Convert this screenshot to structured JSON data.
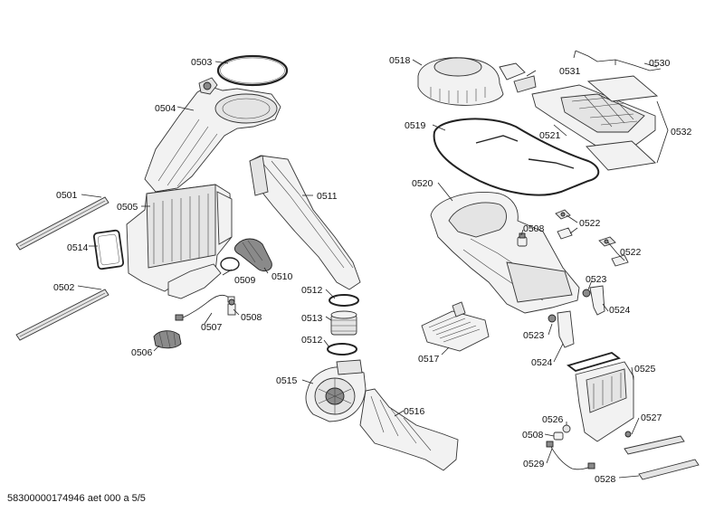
{
  "diagram": {
    "footer": "58300000174946 aet 000 a 5/5",
    "labels": [
      {
        "id": "0503",
        "text": "0503"
      },
      {
        "id": "0504",
        "text": "0504"
      },
      {
        "id": "0501",
        "text": "0501"
      },
      {
        "id": "0505",
        "text": "0505"
      },
      {
        "id": "0514",
        "text": "0514"
      },
      {
        "id": "0502",
        "text": "0502"
      },
      {
        "id": "0509",
        "text": "0509"
      },
      {
        "id": "0510",
        "text": "0510"
      },
      {
        "id": "0507",
        "text": "0507"
      },
      {
        "id": "0508a",
        "text": "0508"
      },
      {
        "id": "0506",
        "text": "0506"
      },
      {
        "id": "0511",
        "text": "0511"
      },
      {
        "id": "0512a",
        "text": "0512"
      },
      {
        "id": "0513",
        "text": "0513"
      },
      {
        "id": "0512b",
        "text": "0512"
      },
      {
        "id": "0515",
        "text": "0515"
      },
      {
        "id": "0516",
        "text": "0516"
      },
      {
        "id": "0518",
        "text": "0518"
      },
      {
        "id": "0531",
        "text": "0531"
      },
      {
        "id": "0530",
        "text": "0530"
      },
      {
        "id": "0519",
        "text": "0519"
      },
      {
        "id": "0521",
        "text": "0521"
      },
      {
        "id": "0532",
        "text": "0532"
      },
      {
        "id": "0520",
        "text": "0520"
      },
      {
        "id": "0508b",
        "text": "0508"
      },
      {
        "id": "0522a",
        "text": "0522"
      },
      {
        "id": "0522b",
        "text": "0522"
      },
      {
        "id": "0523a",
        "text": "0523"
      },
      {
        "id": "0524a",
        "text": "0524"
      },
      {
        "id": "0523b",
        "text": "0523"
      },
      {
        "id": "0517",
        "text": "0517"
      },
      {
        "id": "0524b",
        "text": "0524"
      },
      {
        "id": "0525",
        "text": "0525"
      },
      {
        "id": "0526",
        "text": "0526"
      },
      {
        "id": "0508c",
        "text": "0508"
      },
      {
        "id": "0527",
        "text": "0527"
      },
      {
        "id": "0529",
        "text": "0529"
      },
      {
        "id": "0528",
        "text": "0528"
      }
    ]
  }
}
